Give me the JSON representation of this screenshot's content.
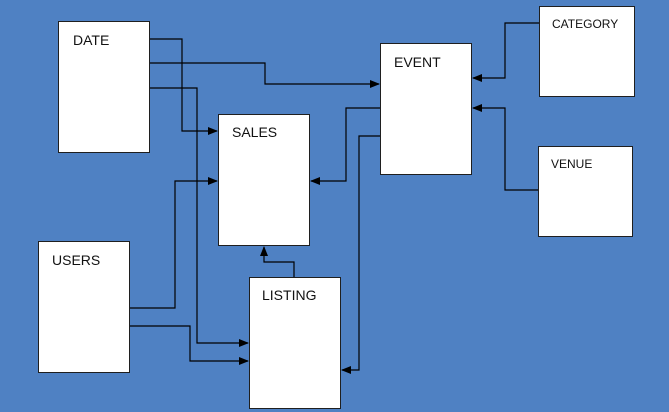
{
  "diagram": {
    "background": "#4f81c3",
    "nodes": [
      {
        "id": "date",
        "label": "DATE"
      },
      {
        "id": "event",
        "label": "EVENT"
      },
      {
        "id": "category",
        "label": "CATEGORY"
      },
      {
        "id": "sales",
        "label": "SALES"
      },
      {
        "id": "venue",
        "label": "VENUE"
      },
      {
        "id": "users",
        "label": "USERS"
      },
      {
        "id": "listing",
        "label": "LISTING"
      }
    ],
    "edges": [
      {
        "from": "date",
        "to": "sales"
      },
      {
        "from": "date",
        "to": "event"
      },
      {
        "from": "date",
        "to": "listing"
      },
      {
        "from": "category",
        "to": "event"
      },
      {
        "from": "venue",
        "to": "event"
      },
      {
        "from": "event",
        "to": "sales"
      },
      {
        "from": "event",
        "to": "listing"
      },
      {
        "from": "users",
        "to": "sales"
      },
      {
        "from": "users",
        "to": "listing"
      },
      {
        "from": "listing",
        "to": "sales"
      }
    ]
  }
}
